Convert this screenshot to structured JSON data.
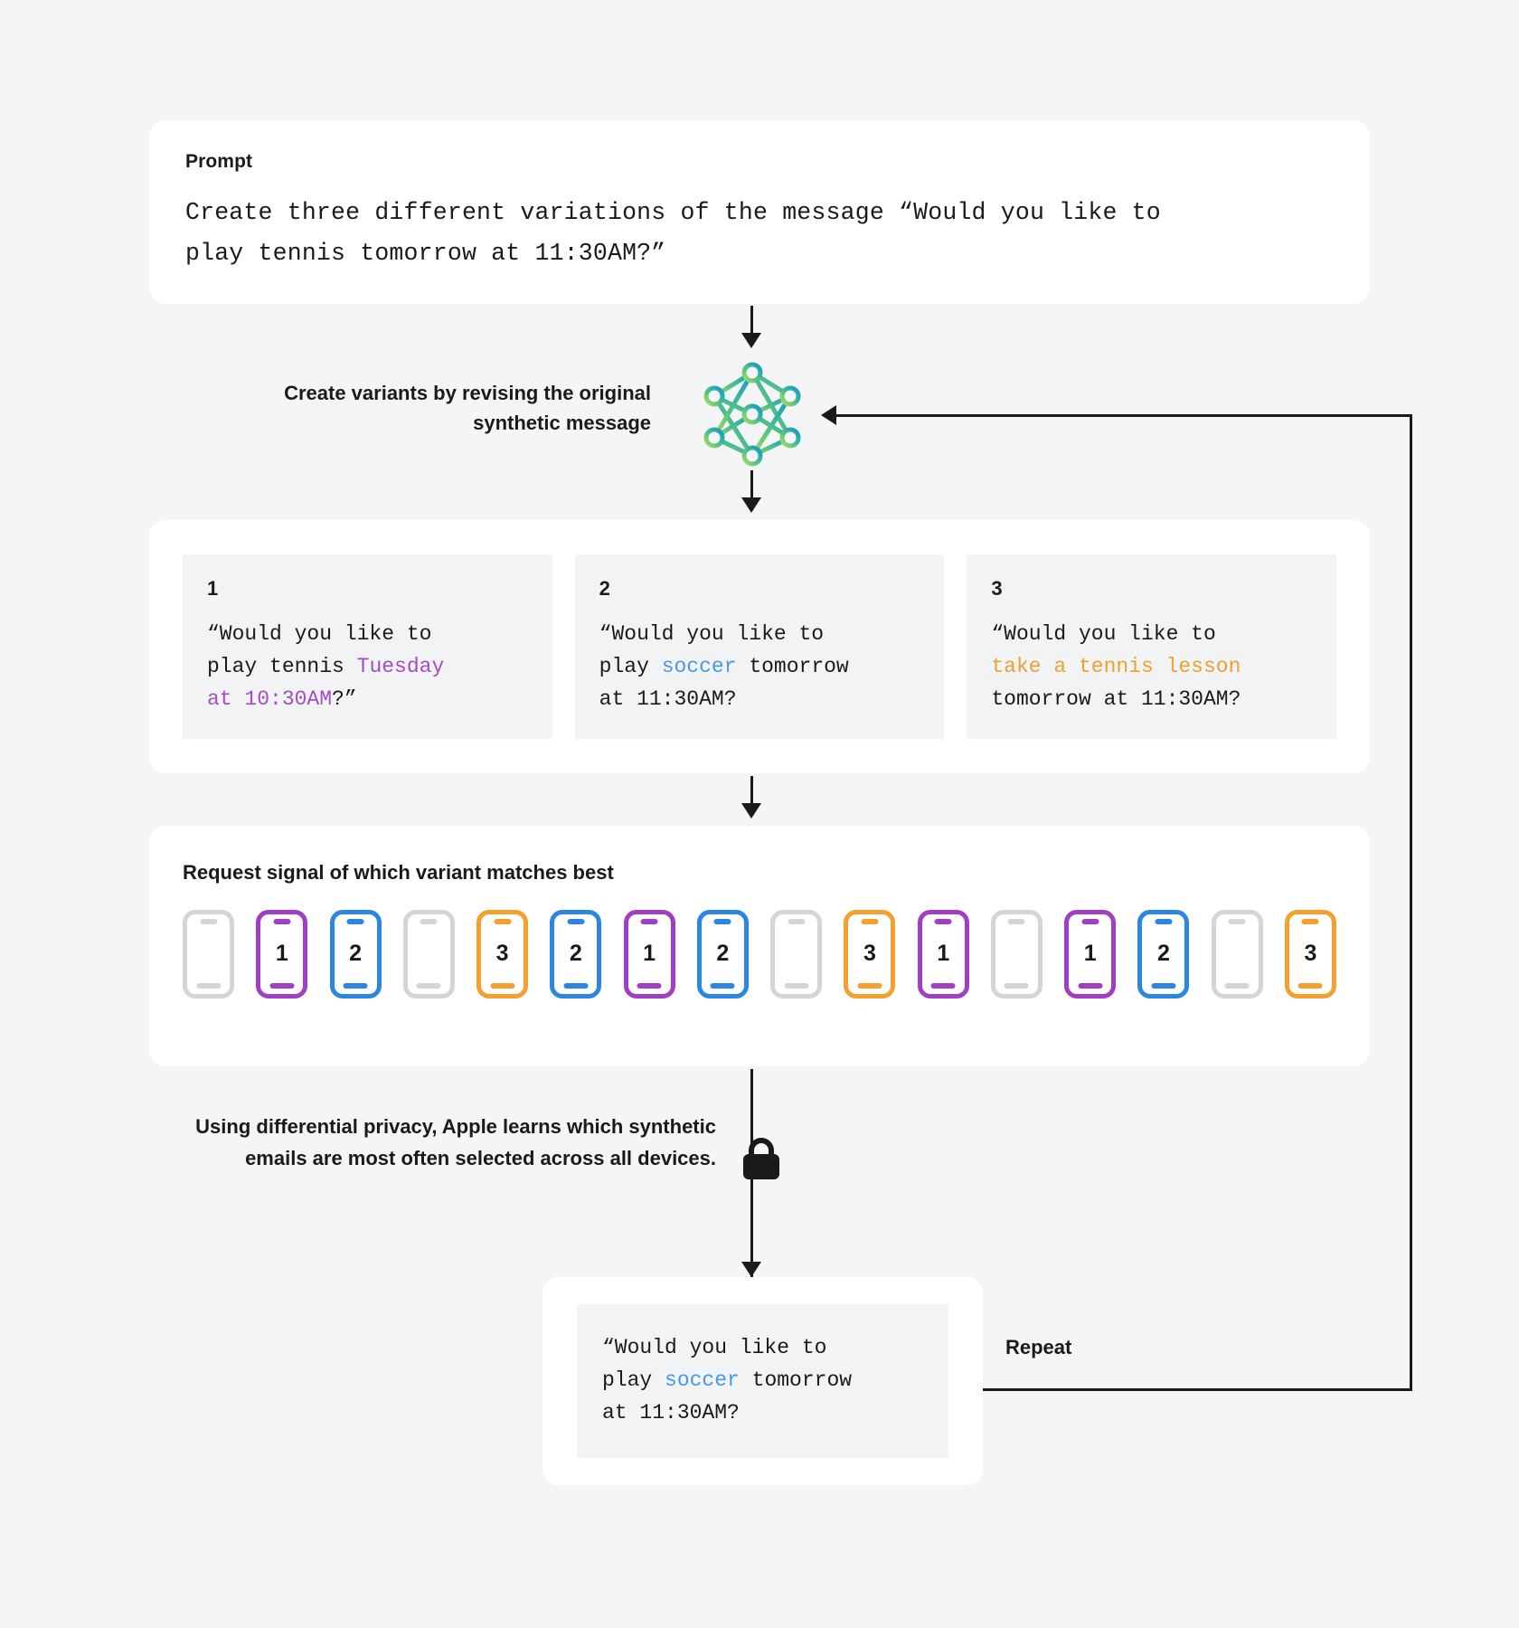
{
  "page": {
    "background_color": "#f4f5f7",
    "line_color": "#1a1a1c"
  },
  "prompt": {
    "label": "Prompt",
    "text": "Create three different variations of the message “Would you like to\nplay tennis tomorrow at 11:30AM?”"
  },
  "generate_step": {
    "caption": "Create variants by revising the\noriginal synthetic message",
    "icon": "neural-network-icon",
    "icon_gradient_from": "#8ed14f",
    "icon_gradient_to": "#1aa0c8"
  },
  "variants": {
    "items": [
      {
        "number": "1",
        "prefix": "“Would you like to\nplay tennis ",
        "highlight": "Tuesday\nat 10:30AM",
        "suffix": "?”",
        "highlight_color": "#a54bc4"
      },
      {
        "number": "2",
        "prefix": "“Would you like to\nplay ",
        "highlight": "soccer",
        "suffix": " tomorrow\nat 11:30AM?",
        "highlight_color": "#4a98e8"
      },
      {
        "number": "3",
        "prefix": "“Would you like to\n",
        "highlight": "take a tennis lesson",
        "suffix": "\ntomorrow at 11:30AM?",
        "highlight_color": "#f0a030"
      }
    ]
  },
  "signal": {
    "title": "Request signal of which variant matches best",
    "colors": {
      "empty": "#d3d5d9",
      "variant_1": "#a13fc4",
      "variant_2": "#2a86e0",
      "variant_3": "#f5a02e"
    },
    "phones": [
      {
        "value": "",
        "color": "empty"
      },
      {
        "value": "1",
        "color": "variant_1"
      },
      {
        "value": "2",
        "color": "variant_2"
      },
      {
        "value": "",
        "color": "empty"
      },
      {
        "value": "3",
        "color": "variant_3"
      },
      {
        "value": "2",
        "color": "variant_2"
      },
      {
        "value": "1",
        "color": "variant_1"
      },
      {
        "value": "2",
        "color": "variant_2"
      },
      {
        "value": "",
        "color": "empty"
      },
      {
        "value": "3",
        "color": "variant_3"
      },
      {
        "value": "1",
        "color": "variant_1"
      },
      {
        "value": "",
        "color": "empty"
      },
      {
        "value": "1",
        "color": "variant_1"
      },
      {
        "value": "2",
        "color": "variant_2"
      },
      {
        "value": "",
        "color": "empty"
      },
      {
        "value": "3",
        "color": "variant_3"
      }
    ]
  },
  "privacy": {
    "note": "Using differential privacy, Apple learns\nwhich synthetic emails are most often\nselected across all devices.",
    "icon": "lock-icon"
  },
  "result": {
    "prefix": "“Would you like to\nplay ",
    "highlight": "soccer",
    "suffix": " tomorrow\nat 11:30AM?",
    "highlight_color": "#4a98e8"
  },
  "loop": {
    "label": "Repeat"
  }
}
